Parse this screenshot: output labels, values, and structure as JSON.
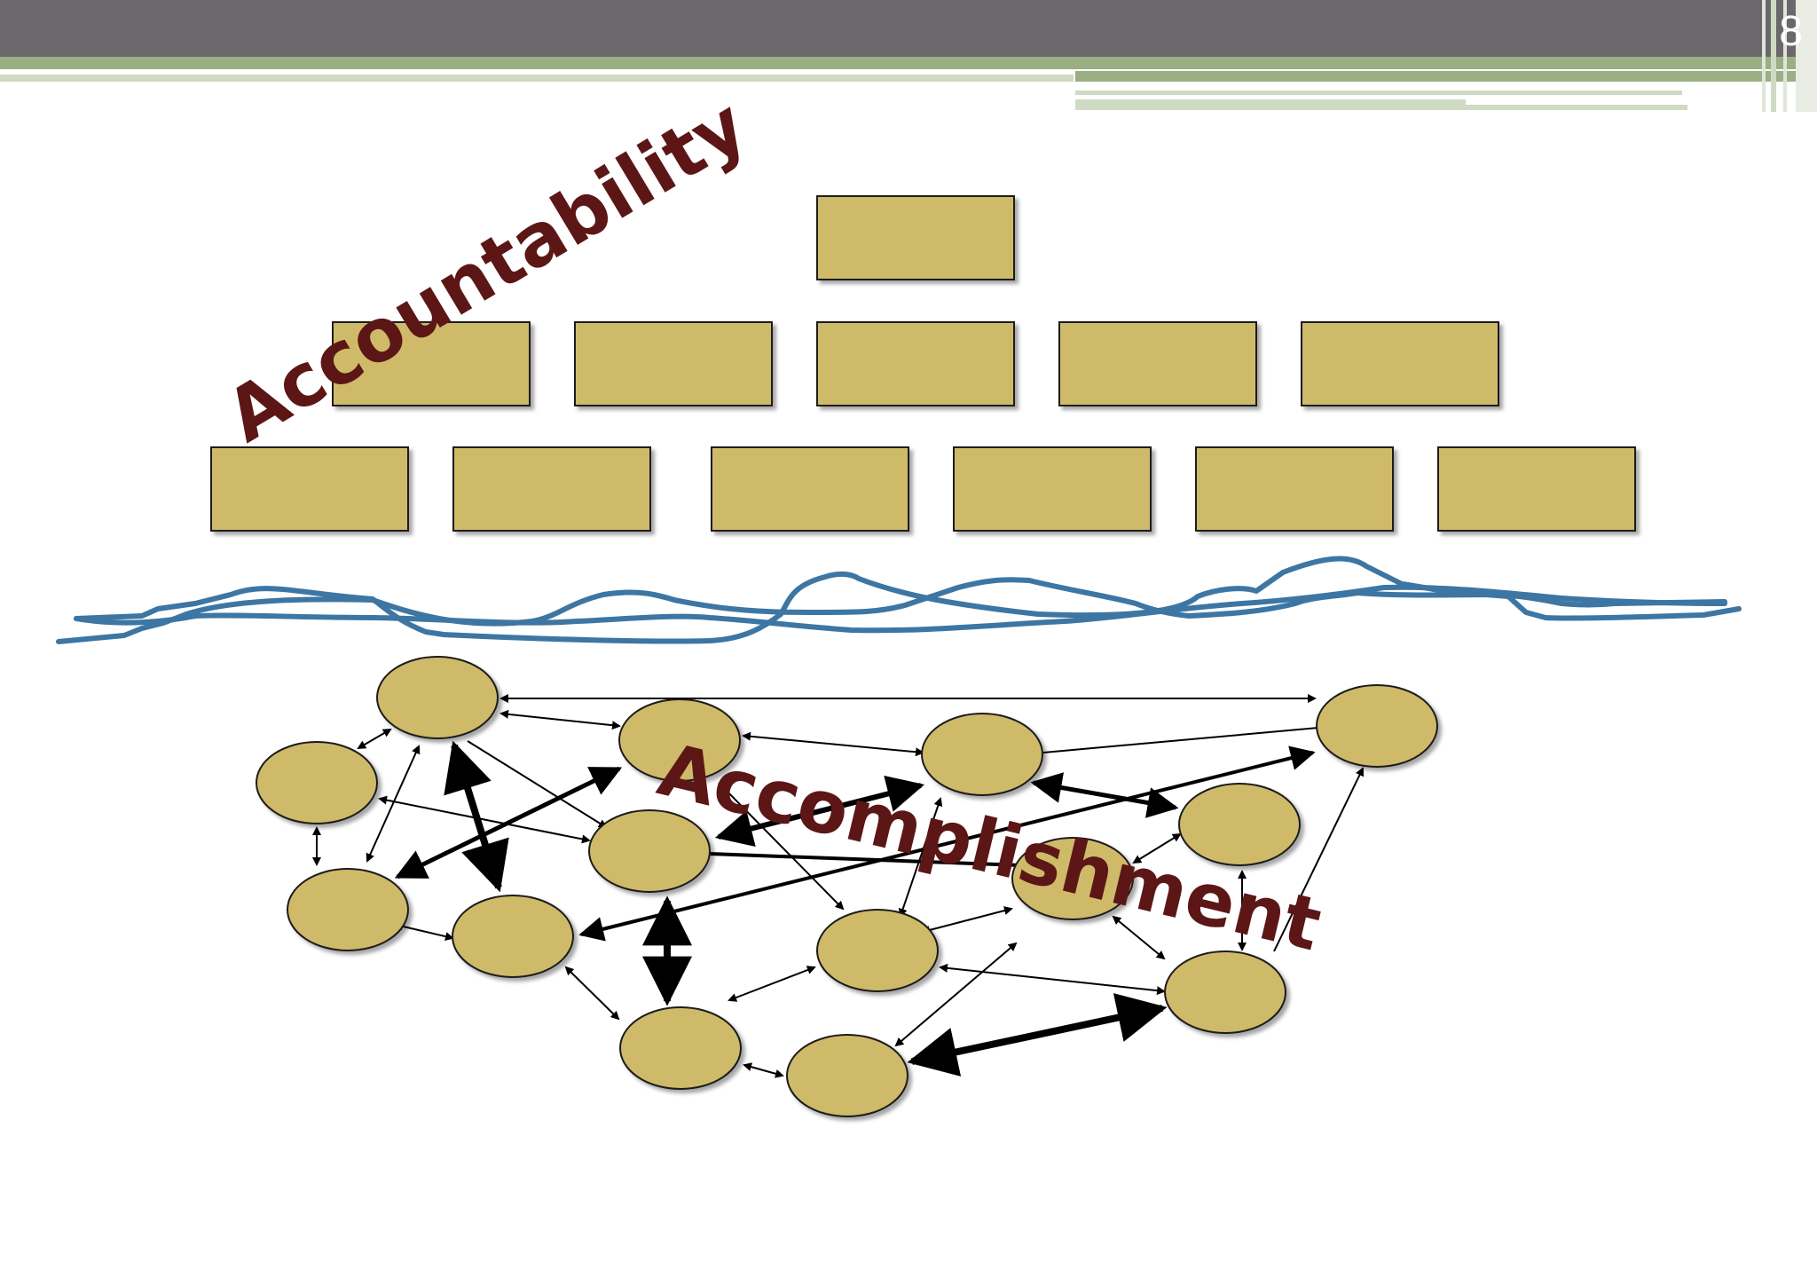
{
  "slide": {
    "number": "8"
  },
  "labels": {
    "hierarchy": "Accountability",
    "network": "Accomplishment"
  },
  "colors": {
    "header_bar": "#6b686c",
    "accent_green": "#9aaf84",
    "accent_light": "#cfdac3",
    "box_fill": "#cfba69",
    "label_text": "#5c1616",
    "divider_line": "#3d76a3"
  }
}
